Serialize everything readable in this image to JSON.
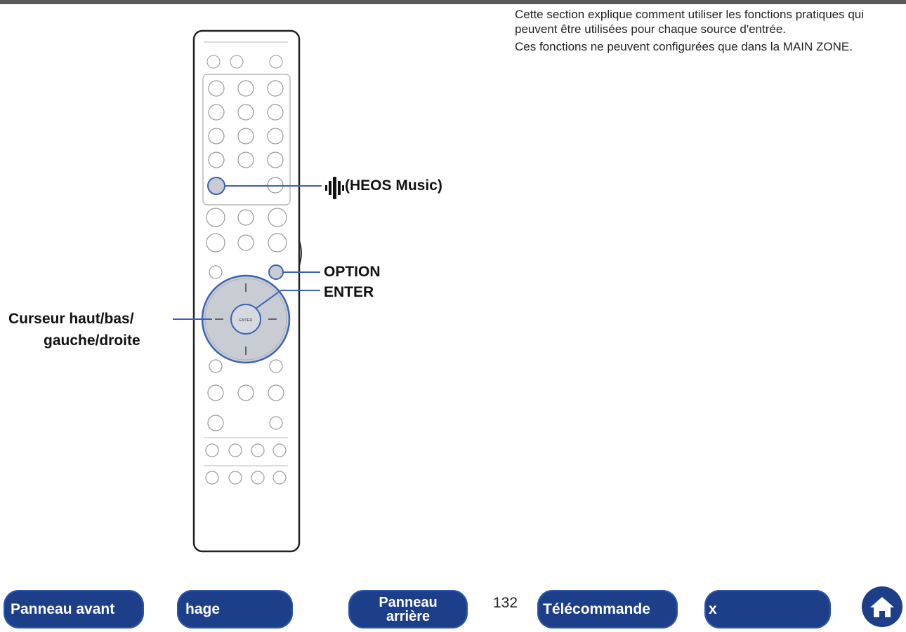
{
  "intro": {
    "line1": "Cette section explique comment utiliser les fonctions pratiques qui",
    "line2": "peuvent être utilisées pour chaque source d'entrée.",
    "line3": "Ces fonctions ne peuvent configurées que dans la MAIN ZONE."
  },
  "labels": {
    "heos": "(HEOS Music)",
    "option": "OPTION",
    "enter": "ENTER",
    "cursor_line1": "Curseur haut/bas/",
    "cursor_line2": "gauche/droite"
  },
  "remote": {
    "enter_key": "ENTER",
    "option_key": "OPTION"
  },
  "nav": {
    "front_panel": "Panneau avant",
    "display": "hage",
    "rear_panel_line1": "Panneau",
    "rear_panel_line2": "arrière",
    "page_number": "132",
    "remote_control": "Télécommande",
    "index": "x",
    "home_icon": "home-icon"
  },
  "colors": {
    "nav_blue": "#1d3f8a",
    "accent_blue": "#3a62b8",
    "dpad_gray": "#c9ccd3"
  }
}
